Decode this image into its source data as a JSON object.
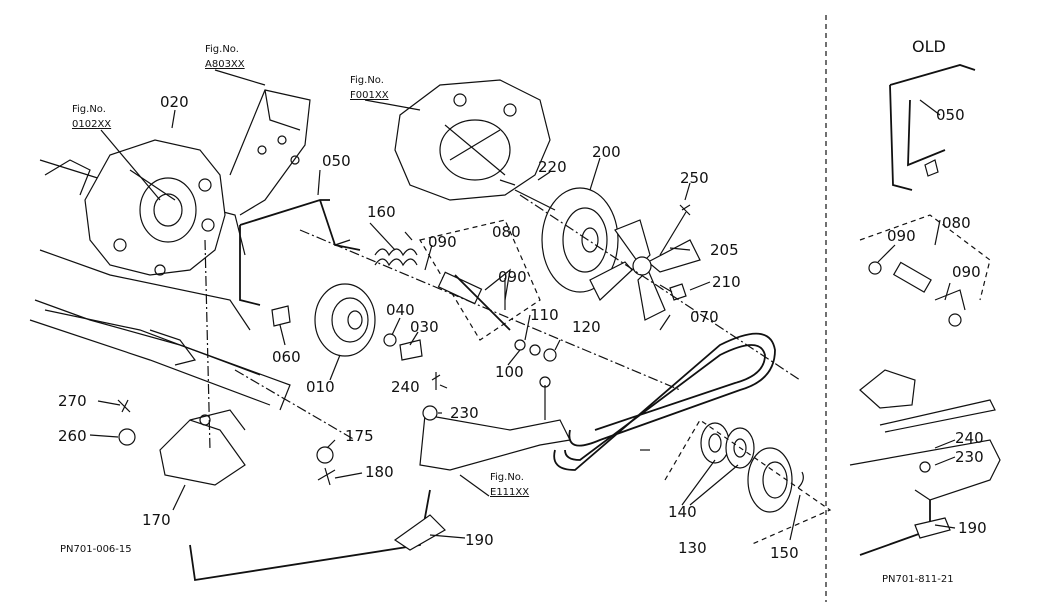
{
  "fig_refs": [
    {
      "id": "fig-0102",
      "line1": "Fig.No.",
      "line2": "0102XX"
    },
    {
      "id": "fig-a803",
      "line1": "Fig.No.",
      "line2": "A803XX"
    },
    {
      "id": "fig-f001",
      "line1": "Fig.No.",
      "line2": "F001XX"
    },
    {
      "id": "fig-e111",
      "line1": "Fig.No.",
      "line2": "E111XX"
    }
  ],
  "parts": [
    "020",
    "050",
    "160",
    "090",
    "080",
    "220",
    "200",
    "250",
    "205",
    "210",
    "090",
    "110",
    "040",
    "030",
    "120",
    "070",
    "060",
    "010",
    "100",
    "240",
    "230",
    "270",
    "260",
    "175",
    "180",
    "140",
    "170",
    "130",
    "150",
    "190"
  ],
  "codes": {
    "main": "PN701-006-15",
    "old": "PN701-811-21"
  },
  "old_section": {
    "title": "OLD",
    "parts": [
      "050",
      "080",
      "090",
      "090",
      "240",
      "230",
      "190"
    ]
  }
}
